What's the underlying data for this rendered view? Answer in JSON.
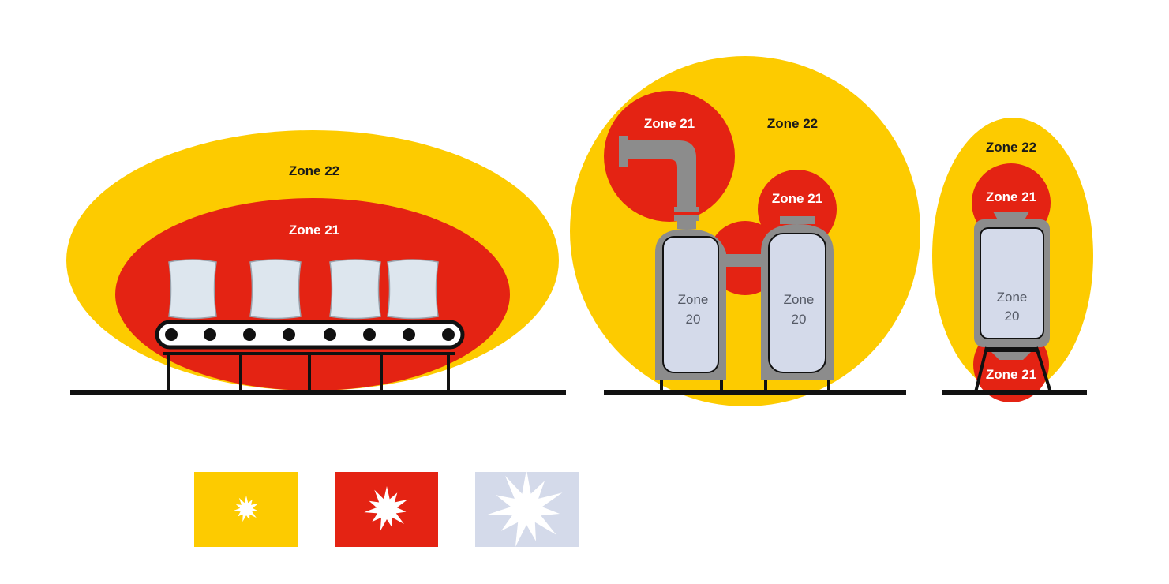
{
  "colors": {
    "zone22": "#FDCB00",
    "zone21": "#E42313",
    "zone20": "#D4DAEA",
    "equipment": "#8C8C8C",
    "ground": "#111111",
    "bag": "#DDE6EE"
  },
  "conveyor_scene": {
    "zone22_label": "Zone 22",
    "zone21_label": "Zone 21"
  },
  "silo_scene": {
    "zone22_label": "Zone 22",
    "zone21_top_left_label": "Zone 21",
    "zone21_right_label": "Zone 21",
    "tank_left_label": [
      "Zone",
      "20"
    ],
    "tank_right_label": [
      "Zone",
      "20"
    ]
  },
  "hopper_scene": {
    "zone22_label": "Zone 22",
    "zone21_top_label": "Zone 21",
    "zone21_bottom_label": "Zone 21",
    "tank_label": [
      "Zone",
      "20"
    ]
  },
  "legend": {
    "items": [
      {
        "color": "zone22",
        "icon": "small-explosion-icon"
      },
      {
        "color": "zone21",
        "icon": "medium-explosion-icon"
      },
      {
        "color": "zone20",
        "icon": "large-explosion-icon"
      }
    ]
  }
}
